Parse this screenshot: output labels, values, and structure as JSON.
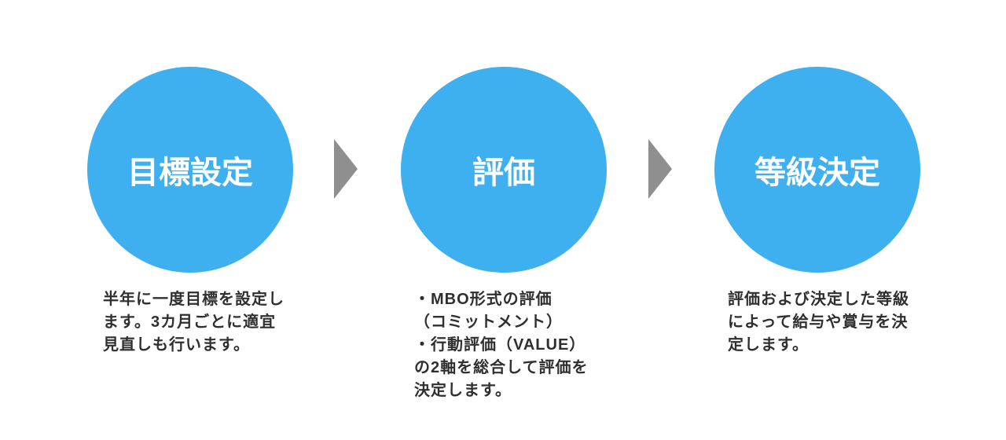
{
  "colors": {
    "circle_fill": "#3eafef",
    "circle_text": "#ffffff",
    "arrow_fill": "#8f8f8f",
    "desc_text": "#2f2f2f"
  },
  "icons": {
    "arrow": "right-pointing-triangle"
  },
  "steps": [
    {
      "title": "目標設定",
      "description": "半年に一度目標を設定し\nます。3カ月ごとに適宜\n見直しも行います。"
    },
    {
      "title": "評価",
      "description": "・MBO形式の評価\n（コミットメント）\n・行動評価（VALUE）\nの2軸を総合して評価を\n決定します。"
    },
    {
      "title": "等級決定",
      "description": "評価および決定した等級\nによって給与や賞与を決\n定します。"
    }
  ]
}
